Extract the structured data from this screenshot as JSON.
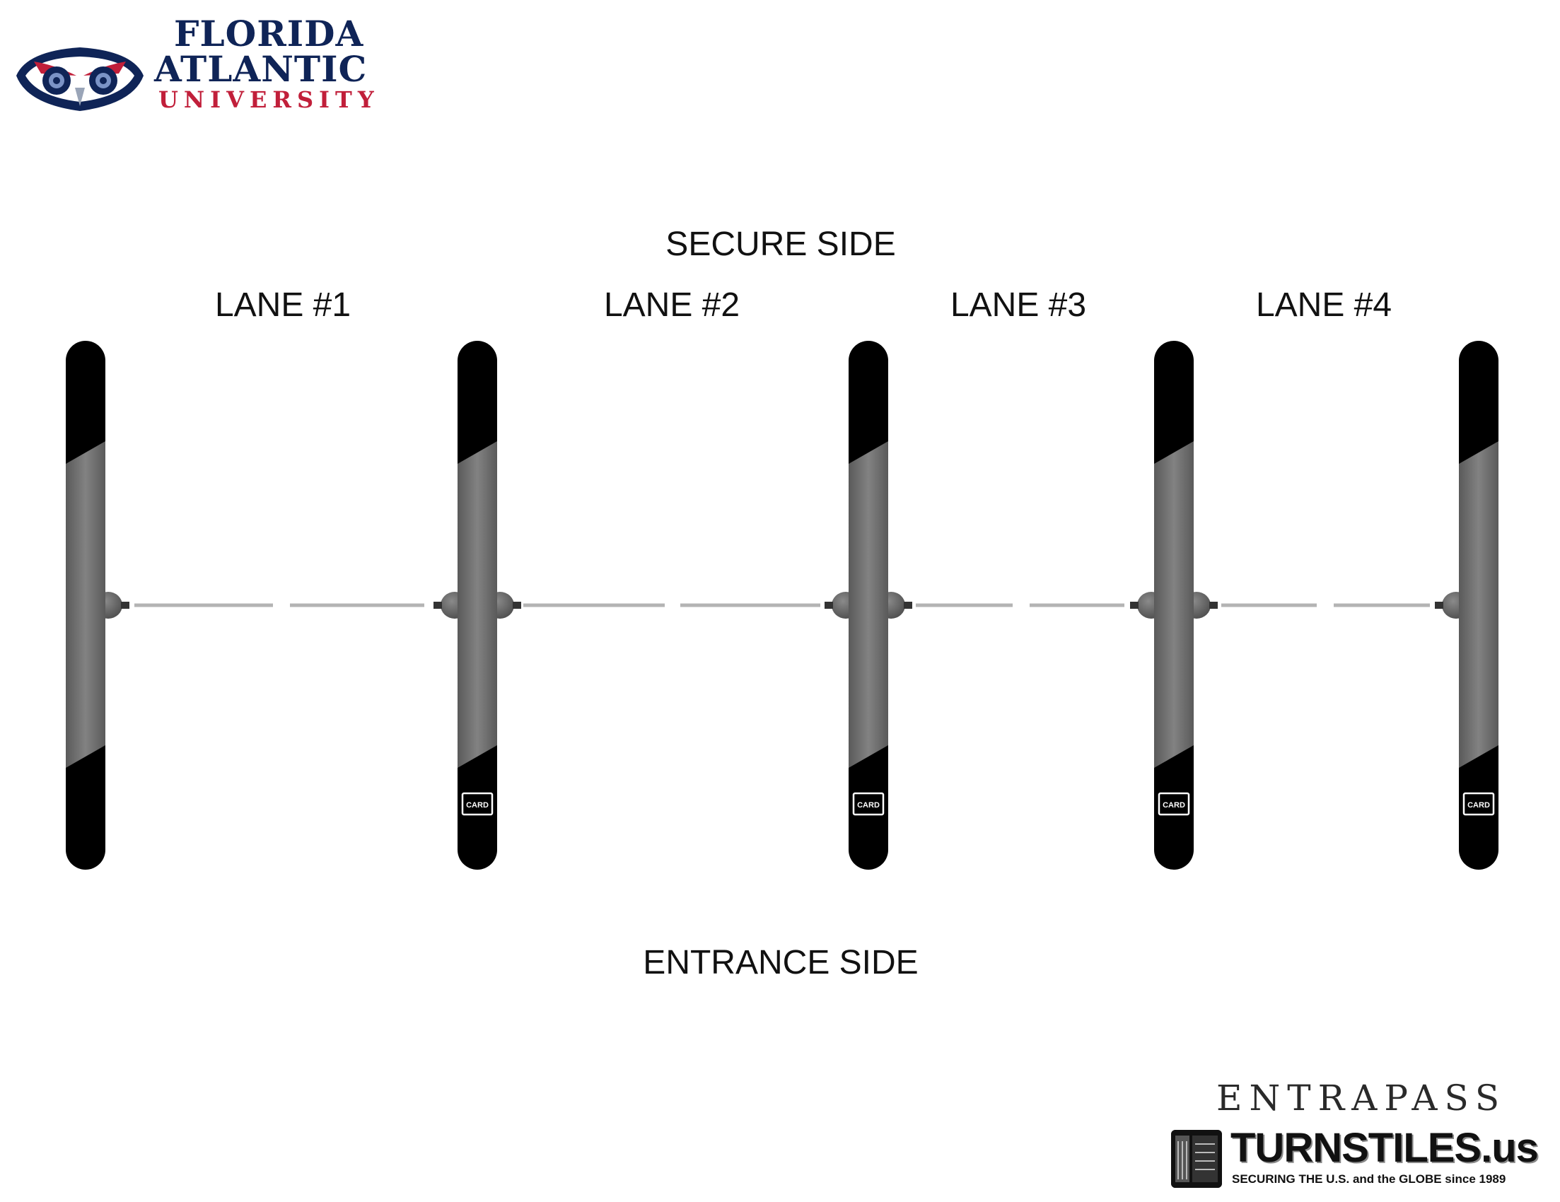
{
  "logo": {
    "line1": "FLORIDA",
    "line2": "ATLANTIC",
    "line3": "UNIVERSITY",
    "icon": "owl-icon",
    "colors": {
      "navy": "#0f2457",
      "red": "#c11f3a"
    }
  },
  "labels": {
    "secure_side": "SECURE SIDE",
    "entrance_side": "ENTRANCE SIDE"
  },
  "lanes": [
    "LANE #1",
    "LANE #2",
    "LANE #3",
    "LANE #4"
  ],
  "reader_label": "CARD",
  "branding": {
    "entrapass": "ENTRAPASS",
    "turnstiles": "TURNSTILES.us",
    "tagline": "SECURING THE U.S. and the GLOBE since 1989",
    "icon": "turnstile-building-icon"
  },
  "colors": {
    "pedestal_dark": "#000000",
    "pedestal_body": "#6e6e6e",
    "arm": "#b4b4b4"
  }
}
